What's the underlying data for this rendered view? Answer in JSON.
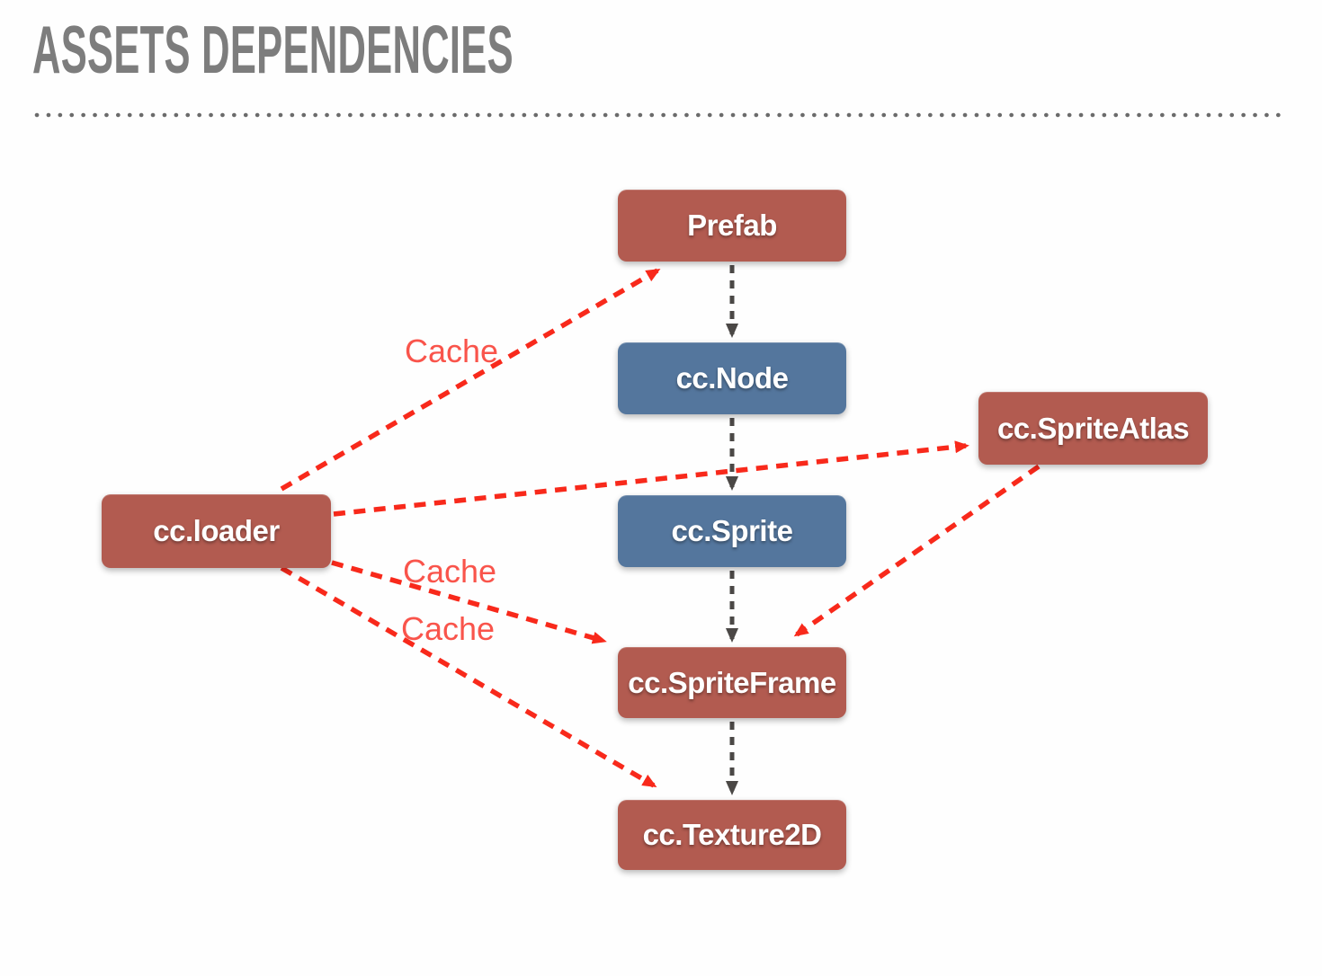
{
  "title": "ASSETS DEPENDENCIES",
  "colors": {
    "title": "#7d7d7d",
    "separator_dots": "#6b6b6b",
    "asset_node_fill": "#b25b50",
    "runtime_node_fill": "#54769d",
    "node_text": "#ffffff",
    "cache_arrow": "#f8291b",
    "hierarchy_arrow": "#4b4846",
    "cache_label_text": "#f9544b"
  },
  "nodes": {
    "prefab": {
      "label": "Prefab",
      "kind": "asset"
    },
    "cc_node": {
      "label": "cc.Node",
      "kind": "runtime"
    },
    "sprite_atlas": {
      "label": "cc.SpriteAtlas",
      "kind": "asset"
    },
    "loader": {
      "label": "cc.loader",
      "kind": "asset"
    },
    "sprite": {
      "label": "cc.Sprite",
      "kind": "runtime"
    },
    "sprite_frame": {
      "label": "cc.SpriteFrame",
      "kind": "asset"
    },
    "texture2d": {
      "label": "cc.Texture2D",
      "kind": "asset"
    }
  },
  "cache_labels": {
    "prefab": "Cache",
    "sprite_frame": "Cache",
    "texture2d": "Cache"
  },
  "edges": [
    {
      "from": "cc.loader",
      "to": "Prefab",
      "style": "red-dashed",
      "label": "Cache"
    },
    {
      "from": "cc.loader",
      "to": "cc.SpriteAtlas",
      "style": "red-dashed",
      "label": ""
    },
    {
      "from": "cc.loader",
      "to": "cc.SpriteFrame",
      "style": "red-dashed",
      "label": "Cache"
    },
    {
      "from": "cc.loader",
      "to": "cc.Texture2D",
      "style": "red-dashed",
      "label": "Cache"
    },
    {
      "from": "cc.SpriteAtlas",
      "to": "cc.SpriteFrame",
      "style": "red-dashed",
      "label": ""
    },
    {
      "from": "Prefab",
      "to": "cc.Node",
      "style": "gray-dashed",
      "label": ""
    },
    {
      "from": "cc.Node",
      "to": "cc.Sprite",
      "style": "gray-dashed",
      "label": ""
    },
    {
      "from": "cc.Sprite",
      "to": "cc.SpriteFrame",
      "style": "gray-dashed",
      "label": ""
    },
    {
      "from": "cc.SpriteFrame",
      "to": "cc.Texture2D",
      "style": "gray-dashed",
      "label": ""
    }
  ]
}
